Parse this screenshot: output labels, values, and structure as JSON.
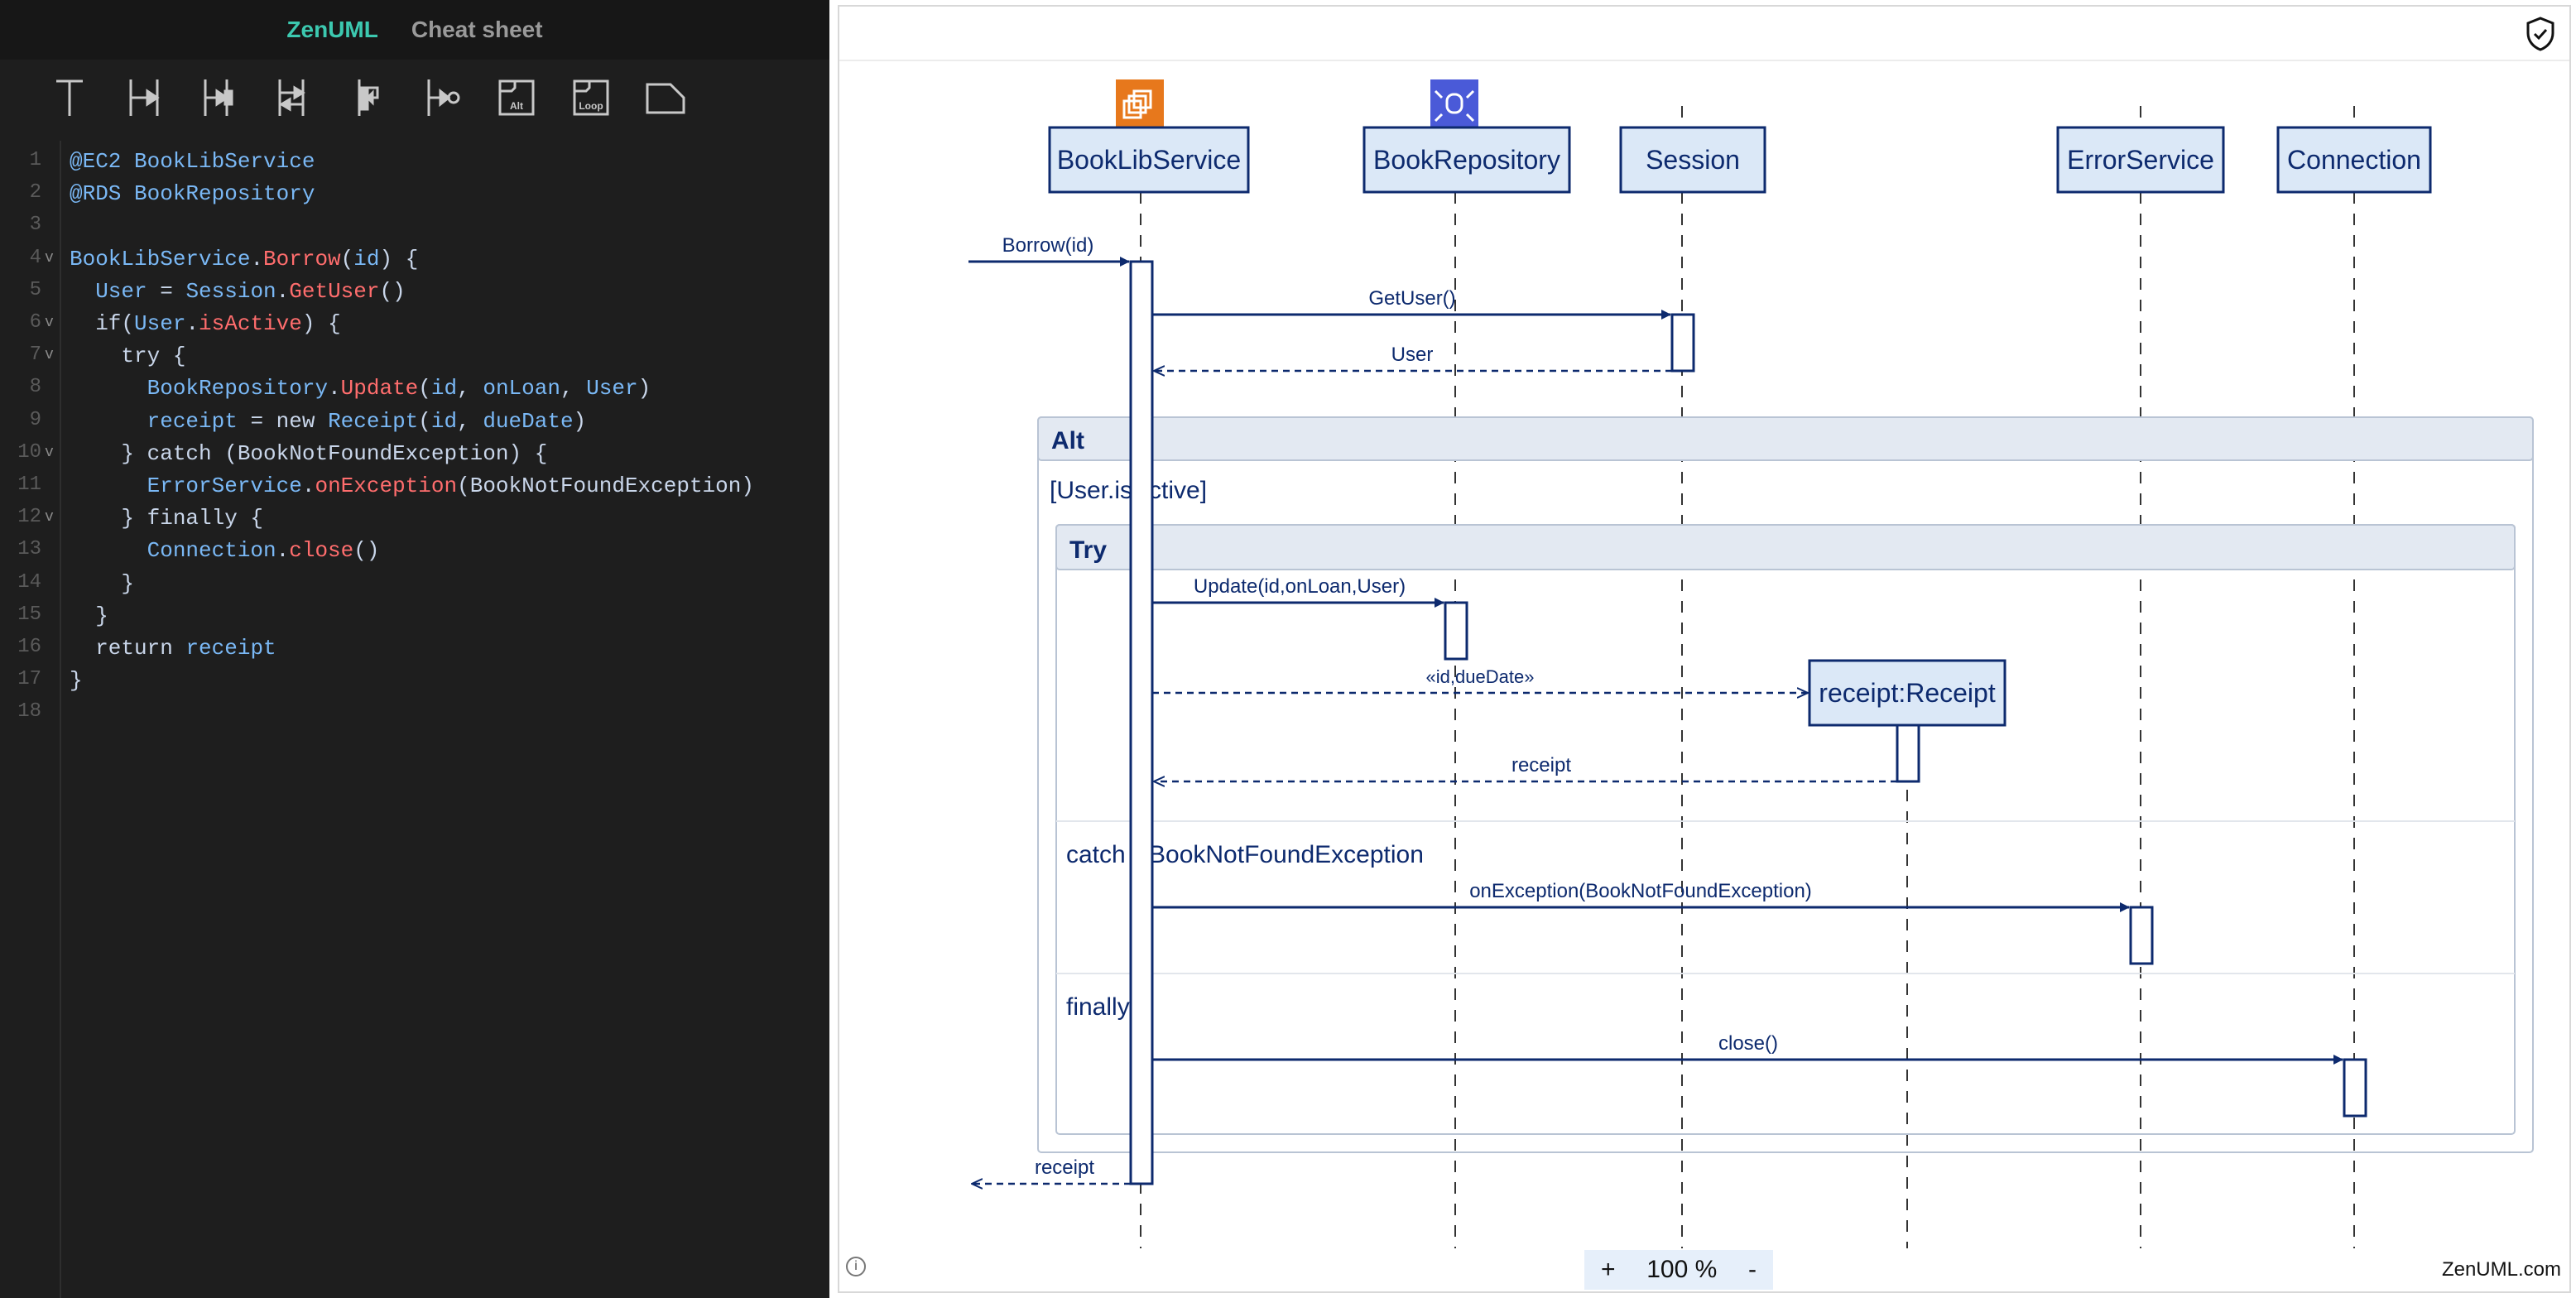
{
  "header": {
    "tab_zenuml": "ZenUML",
    "tab_cheatsheet": "Cheat sheet"
  },
  "toolbar": {
    "items": [
      {
        "name": "participant-tool-icon"
      },
      {
        "name": "sync-message-tool-icon"
      },
      {
        "name": "async-message-tool-icon"
      },
      {
        "name": "return-message-tool-icon"
      },
      {
        "name": "self-message-tool-icon"
      },
      {
        "name": "create-message-tool-icon"
      },
      {
        "name": "alt-fragment-tool-icon",
        "label": "Alt"
      },
      {
        "name": "loop-fragment-tool-icon",
        "label": "Loop"
      },
      {
        "name": "note-tool-icon"
      }
    ]
  },
  "editor": {
    "lines": [
      {
        "n": "1",
        "fold": ""
      },
      {
        "n": "2",
        "fold": ""
      },
      {
        "n": "3",
        "fold": ""
      },
      {
        "n": "4",
        "fold": "v"
      },
      {
        "n": "5",
        "fold": ""
      },
      {
        "n": "6",
        "fold": "v"
      },
      {
        "n": "7",
        "fold": "v"
      },
      {
        "n": "8",
        "fold": ""
      },
      {
        "n": "9",
        "fold": ""
      },
      {
        "n": "10",
        "fold": "v"
      },
      {
        "n": "11",
        "fold": ""
      },
      {
        "n": "12",
        "fold": "v"
      },
      {
        "n": "13",
        "fold": ""
      },
      {
        "n": "14",
        "fold": ""
      },
      {
        "n": "15",
        "fold": ""
      },
      {
        "n": "16",
        "fold": ""
      },
      {
        "n": "17",
        "fold": ""
      },
      {
        "n": "18",
        "fold": ""
      }
    ],
    "code": [
      [
        {
          "t": "@EC2 BookLibService",
          "c": "ann"
        }
      ],
      [
        {
          "t": "@RDS BookRepository",
          "c": "ann"
        }
      ],
      [],
      [
        {
          "t": "BookLibService",
          "c": "id"
        },
        {
          "t": ".",
          "c": "k"
        },
        {
          "t": "Borrow",
          "c": "fn"
        },
        {
          "t": "(",
          "c": "k"
        },
        {
          "t": "id",
          "c": "id"
        },
        {
          "t": ") {",
          "c": "k"
        }
      ],
      [
        {
          "t": "  User",
          "c": "id"
        },
        {
          "t": " = ",
          "c": "k"
        },
        {
          "t": "Session",
          "c": "id"
        },
        {
          "t": ".",
          "c": "k"
        },
        {
          "t": "GetUser",
          "c": "fn"
        },
        {
          "t": "()",
          "c": "k"
        }
      ],
      [
        {
          "t": "  if(",
          "c": "k"
        },
        {
          "t": "User",
          "c": "id"
        },
        {
          "t": ".",
          "c": "k"
        },
        {
          "t": "isActive",
          "c": "fn"
        },
        {
          "t": ") {",
          "c": "k"
        }
      ],
      [
        {
          "t": "    try {",
          "c": "k"
        }
      ],
      [
        {
          "t": "      BookRepository",
          "c": "id"
        },
        {
          "t": ".",
          "c": "k"
        },
        {
          "t": "Update",
          "c": "fn"
        },
        {
          "t": "(",
          "c": "k"
        },
        {
          "t": "id",
          "c": "id"
        },
        {
          "t": ", ",
          "c": "k"
        },
        {
          "t": "onLoan",
          "c": "id"
        },
        {
          "t": ", ",
          "c": "k"
        },
        {
          "t": "User",
          "c": "id"
        },
        {
          "t": ")",
          "c": "k"
        }
      ],
      [
        {
          "t": "      receipt",
          "c": "id"
        },
        {
          "t": " = new ",
          "c": "k"
        },
        {
          "t": "Receipt",
          "c": "id"
        },
        {
          "t": "(",
          "c": "k"
        },
        {
          "t": "id",
          "c": "id"
        },
        {
          "t": ", ",
          "c": "k"
        },
        {
          "t": "dueDate",
          "c": "id"
        },
        {
          "t": ")",
          "c": "k"
        }
      ],
      [
        {
          "t": "    } catch (BookNotFoundException) {",
          "c": "k"
        }
      ],
      [
        {
          "t": "      ErrorService",
          "c": "id"
        },
        {
          "t": ".",
          "c": "k"
        },
        {
          "t": "onException",
          "c": "fn"
        },
        {
          "t": "(BookNotFoundException)",
          "c": "k"
        }
      ],
      [
        {
          "t": "    } finally {",
          "c": "k"
        }
      ],
      [
        {
          "t": "      Connection",
          "c": "id"
        },
        {
          "t": ".",
          "c": "k"
        },
        {
          "t": "close",
          "c": "fn"
        },
        {
          "t": "()",
          "c": "k"
        }
      ],
      [
        {
          "t": "    }",
          "c": "k"
        }
      ],
      [
        {
          "t": "  }",
          "c": "k"
        }
      ],
      [
        {
          "t": "  return ",
          "c": "k"
        },
        {
          "t": "receipt",
          "c": "id"
        }
      ],
      [
        {
          "t": "}",
          "c": "k"
        }
      ],
      []
    ]
  },
  "diagram": {
    "participants": [
      "BookLibService",
      "BookRepository",
      "Session",
      "ErrorService",
      "Connection"
    ],
    "created": "receipt:Receipt",
    "messages": {
      "borrow": "Borrow(id)",
      "getuser": "GetUser()",
      "user_return": "User",
      "update": "Update(id,onLoan,User)",
      "create": "«id,dueDate»",
      "receipt_return": "receipt",
      "onexception": "onException(BookNotFoundException)",
      "close": "close()",
      "final_return": "receipt"
    },
    "fragments": {
      "alt_title": "Alt",
      "alt_condition": "[User.isActive]",
      "try_title": "Try",
      "catch_label": "catch",
      "catch_exception": "BookNotFoundException",
      "finally_label": "finally"
    }
  },
  "footer": {
    "zoom_in": "+",
    "zoom_level": "100 %",
    "zoom_out": "-",
    "brand": "ZenUML.com"
  },
  "colors": {
    "line": "#0d2a6e",
    "box_fill": "#dbe8f7",
    "frag_header": "#e3e9f2",
    "ec2": "#e7781c",
    "rds": "#4a5ad8",
    "accent": "#3cc9b0"
  }
}
